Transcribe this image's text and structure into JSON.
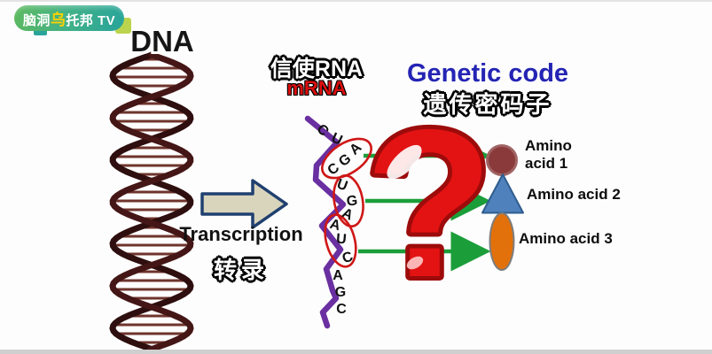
{
  "watermark": {
    "prefix": "脑洞",
    "highlight": "乌",
    "suffix": "托邦 TV"
  },
  "dna": {
    "label": "DNA"
  },
  "transcription": {
    "en": "Transcription",
    "zh": "转录"
  },
  "mrna": {
    "zh": "信使RNA",
    "en": "mRNA"
  },
  "genetic_code": {
    "en": "Genetic code",
    "zh": "遗传密码子",
    "question_mark": "?"
  },
  "mrna_strand": {
    "letters": [
      "C",
      "U",
      "C",
      "G",
      "A",
      "U",
      "G",
      "A",
      "A",
      "U",
      "C",
      "A",
      "G",
      "C"
    ],
    "codons": [
      "CGA",
      "UGA",
      "AUC"
    ]
  },
  "amino_acids": [
    {
      "shape": "circle",
      "color": "#8a3a3a",
      "lines": [
        "Amino",
        "acid 1"
      ]
    },
    {
      "shape": "triangle",
      "color": "#4f81bd",
      "lines": [
        "Amino acid 2"
      ]
    },
    {
      "shape": "ellipse",
      "color": "#e2710b",
      "lines": [
        "Amino acid 3"
      ]
    }
  ],
  "colors": {
    "genetic_code_title": "#2424b4",
    "mrna_en": "#dc0f0f",
    "question_mark": "#e31313",
    "strand_purple": "#6a2fa0",
    "codon_outline": "#cf1717",
    "arrow_green": "#1b9e3a",
    "block_arrow_fill": "#d9d5bc",
    "block_arrow_border": "#20406f"
  }
}
